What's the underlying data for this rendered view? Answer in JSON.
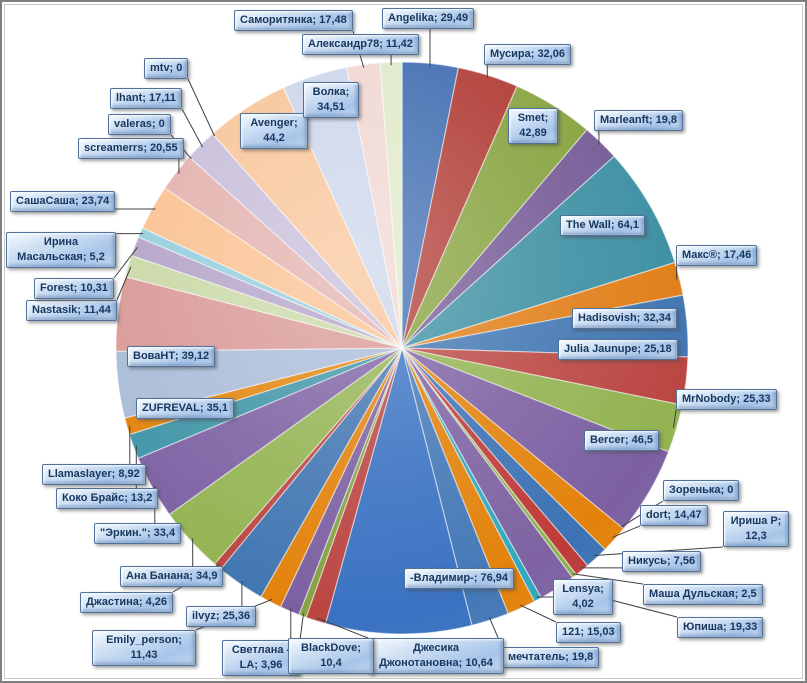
{
  "chart_data": {
    "type": "pie",
    "title": "",
    "legend": "none",
    "label_format": "name; value (comma decimal)",
    "start_angle_deg": -90,
    "direction": "clockwise",
    "center": [
      402,
      348
    ],
    "radius": 286,
    "style": {
      "background": "#ffffff",
      "label_text_color": "#17375e",
      "label_fill_light": "#d2e2f5",
      "label_fill_dark": "#a7c5e8",
      "label_border": "#50719a",
      "leader_line_color": "#404040",
      "slice_stroke": "rgba(255,255,255,0.5)"
    },
    "series": [
      {
        "name": "Angelika",
        "value": 29.49,
        "label": "Angelika; 29,49",
        "color": "#3E6CB0",
        "box": [
          382,
          8
        ]
      },
      {
        "name": "Мусира",
        "value": 32.06,
        "label": "Мусира; 32,06",
        "color": "#B03A33",
        "box": [
          484,
          44
        ]
      },
      {
        "name": "Smet",
        "value": 42.89,
        "label": "Smet; 42,89",
        "color": "#86A23D",
        "box": [
          508,
          108
        ],
        "wrap": true,
        "w": 50
      },
      {
        "name": "Marleanft",
        "value": 19.8,
        "label": "Marleanft; 19,8",
        "color": "#745A96",
        "box": [
          594,
          110
        ]
      },
      {
        "name": "The Wall",
        "value": 64.1,
        "label": "The Wall; 64,1",
        "color": "#3C8FA3",
        "box": [
          560,
          215
        ]
      },
      {
        "name": "Макс®",
        "value": 17.46,
        "label": "Макс®; 17,46",
        "color": "#E07E18",
        "box": [
          676,
          245
        ]
      },
      {
        "name": "Hadisovish",
        "value": 32.34,
        "label": "Hadisovish; 32,34",
        "color": "#4176B2",
        "box": [
          572,
          308
        ]
      },
      {
        "name": "Julia Jaunupe",
        "value": 25.18,
        "label": "Julia Jaunupe; 25,18",
        "color": "#BB4642",
        "box": [
          558,
          339
        ]
      },
      {
        "name": "MrNobody",
        "value": 25.33,
        "label": "MrNobody; 25,33",
        "color": "#93B351",
        "box": [
          676,
          389
        ]
      },
      {
        "name": "Bercer",
        "value": 46.5,
        "label": "Bercer; 46,5",
        "color": "#7C60A2",
        "box": [
          584,
          430
        ]
      },
      {
        "name": "Зоренька",
        "value": 0,
        "label": "Зоренька; 0",
        "color": "#3C8FA3",
        "box": [
          663,
          480
        ]
      },
      {
        "name": "dort",
        "value": 14.47,
        "label": "dort; 14,47",
        "color": "#E2820A",
        "box": [
          640,
          505
        ]
      },
      {
        "name": "Ириша Р",
        "value": 12.3,
        "label": "Ириша Р; 12,3",
        "color": "#3C72B4",
        "box": [
          723,
          511
        ],
        "wrap": true,
        "w": 66
      },
      {
        "name": "Никусь",
        "value": 7.56,
        "label": "Никусь; 7,56",
        "color": "#BE3B38",
        "box": [
          622,
          551
        ]
      },
      {
        "name": "Маша Дульская",
        "value": 2.5,
        "label": "Маша Дульская; 2,5",
        "color": "#8DB14E",
        "box": [
          643,
          584
        ]
      },
      {
        "name": "Юпиша",
        "value": 19.33,
        "label": "Юпиша; 19,33",
        "color": "#7E62A2",
        "box": [
          677,
          617
        ]
      },
      {
        "name": "Lensya",
        "value": 4.02,
        "label": "Lensya; 4,02",
        "color": "#31A8BE",
        "box": [
          553,
          579
        ],
        "wrap": true,
        "w": 60
      },
      {
        "name": "121",
        "value": 15.03,
        "label": "121; 15,03",
        "color": "#E2820A",
        "box": [
          556,
          622
        ]
      },
      {
        "name": "мечтатель",
        "value": 19.8,
        "label": "мечтатель; 19,8",
        "color": "#4478B6",
        "box": [
          502,
          647
        ]
      },
      {
        "name": "-Владимир-",
        "value": 76.94,
        "label": "-Владимир-; 76,94",
        "color": "#3A72C2",
        "box": [
          404,
          568
        ]
      },
      {
        "name": "Джесика Джонотановна",
        "value": 10.64,
        "label": "Джесика Джонотановна; 10,64",
        "color": "#BB4642",
        "box": [
          368,
          638
        ],
        "wrap": true,
        "w": 136
      },
      {
        "name": "Светлана - LA",
        "value": 3.96,
        "label": "Светлана - LA; 3,96",
        "color": "#84A342",
        "box": [
          222,
          640
        ],
        "wrap": true,
        "w": 78
      },
      {
        "name": "BlackDove",
        "value": 10.4,
        "label": "BlackDove; 10,4",
        "color": "#7C60A2",
        "box": [
          288,
          638
        ],
        "wrap": true,
        "w": 86
      },
      {
        "name": "Emily_person",
        "value": 11.43,
        "label": "Emily_person; 11,43",
        "color": "#E2820A",
        "box": [
          92,
          630
        ],
        "wrap": true,
        "w": 104
      },
      {
        "name": "ilvyz",
        "value": 25.36,
        "label": "ilvyz; 25,36",
        "color": "#4176B2",
        "box": [
          186,
          606
        ]
      },
      {
        "name": "Джастина",
        "value": 4.26,
        "label": "Джастина; 4,26",
        "color": "#BB4642",
        "box": [
          80,
          592
        ]
      },
      {
        "name": "Ана Банана",
        "value": 34.9,
        "label": "Ана Банана; 34,9",
        "color": "#93B351",
        "box": [
          120,
          566
        ]
      },
      {
        "name": "\"Эркин.\"",
        "value": 33.4,
        "label": "\"Эркин.\"; 33,4",
        "color": "#7C60A2",
        "box": [
          94,
          523
        ]
      },
      {
        "name": "Коко Брайс",
        "value": 13.2,
        "label": "Коко Брайс; 13,2",
        "color": "#3D93A6",
        "box": [
          56,
          488
        ]
      },
      {
        "name": "Llamaslayer",
        "value": 8.92,
        "label": "Llamaslayer; 8,92",
        "color": "#E2820A",
        "box": [
          42,
          464
        ]
      },
      {
        "name": "ZUFREVAL",
        "value": 35.1,
        "label": "ZUFREVAL; 35,1",
        "color": "#A9BBD8",
        "box": [
          136,
          398
        ]
      },
      {
        "name": "ВоваНТ",
        "value": 39.12,
        "label": "ВоваНТ; 39,12",
        "color": "#D89795",
        "box": [
          127,
          346
        ]
      },
      {
        "name": "Nastasik",
        "value": 11.44,
        "label": "Nastasik; 11,44",
        "color": "#C9D8A4",
        "box": [
          26,
          300
        ]
      },
      {
        "name": "Forest",
        "value": 10.31,
        "label": "Forest; 10,31",
        "color": "#B3A2C7",
        "box": [
          34,
          278
        ]
      },
      {
        "name": "Ирина Масальская",
        "value": 5.2,
        "label": "Ирина Масальская; 5,2",
        "color": "#92CDDC",
        "box": [
          6,
          232
        ],
        "wrap": true,
        "w": 110
      },
      {
        "name": "СашаСаша",
        "value": 23.74,
        "label": "СашаСаша; 23,74",
        "color": "#FAC08F",
        "box": [
          10,
          191
        ]
      },
      {
        "name": "screamerrs",
        "value": 20.55,
        "label": "screamerrs; 20,55",
        "color": "#E2B0AC",
        "box": [
          78,
          138
        ]
      },
      {
        "name": "valeras",
        "value": 0,
        "label": "valeras; 0",
        "color": "#E2B0AC",
        "box": [
          108,
          114
        ]
      },
      {
        "name": "lhant",
        "value": 17.11,
        "label": "lhant; 17,11",
        "color": "#C6BCD9",
        "box": [
          110,
          88
        ]
      },
      {
        "name": "mtv",
        "value": 0,
        "label": "mtv; 0",
        "color": "#C6BCD9",
        "box": [
          144,
          58
        ]
      },
      {
        "name": "Avenger",
        "value": 44.2,
        "label": "Avenger; 44,2",
        "color": "#F8C498",
        "box": [
          240,
          113
        ],
        "wrap": true,
        "w": 68
      },
      {
        "name": "Волка",
        "value": 34.51,
        "label": "Волка; 34,51",
        "color": "#CBD5EB",
        "box": [
          303,
          82
        ],
        "wrap": true,
        "w": 56
      },
      {
        "name": "Саморитянка",
        "value": 17.48,
        "label": "Саморитянка; 17,48",
        "color": "#F0D6D1",
        "box": [
          234,
          10
        ]
      },
      {
        "name": "Александр78",
        "value": 11.42,
        "label": "Александр78; 11,42",
        "color": "#E0E9C8",
        "box": [
          302,
          34
        ]
      }
    ]
  }
}
